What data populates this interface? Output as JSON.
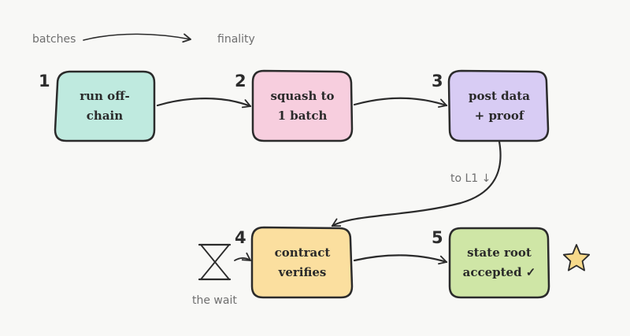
{
  "annotations": {
    "batches": "batches",
    "finality": "finality",
    "to_l1": "to L1 ↓",
    "the_wait": "the wait"
  },
  "steps": [
    {
      "number": "1",
      "label": "run off-\nchain",
      "color": "#bfeadf"
    },
    {
      "number": "2",
      "label": "squash to\n1 batch",
      "color": "#f7cede"
    },
    {
      "number": "3",
      "label": "post data\n+ proof",
      "color": "#d8ccf4"
    },
    {
      "number": "4",
      "label": "contract\nverifies",
      "color": "#fbdf9f"
    },
    {
      "number": "5",
      "label": "state root\naccepted ✓",
      "color": "#cfe6a6"
    }
  ],
  "icons": {
    "hourglass": "hourglass-icon",
    "star": "star-icon",
    "star_color": "#f6d98a"
  }
}
